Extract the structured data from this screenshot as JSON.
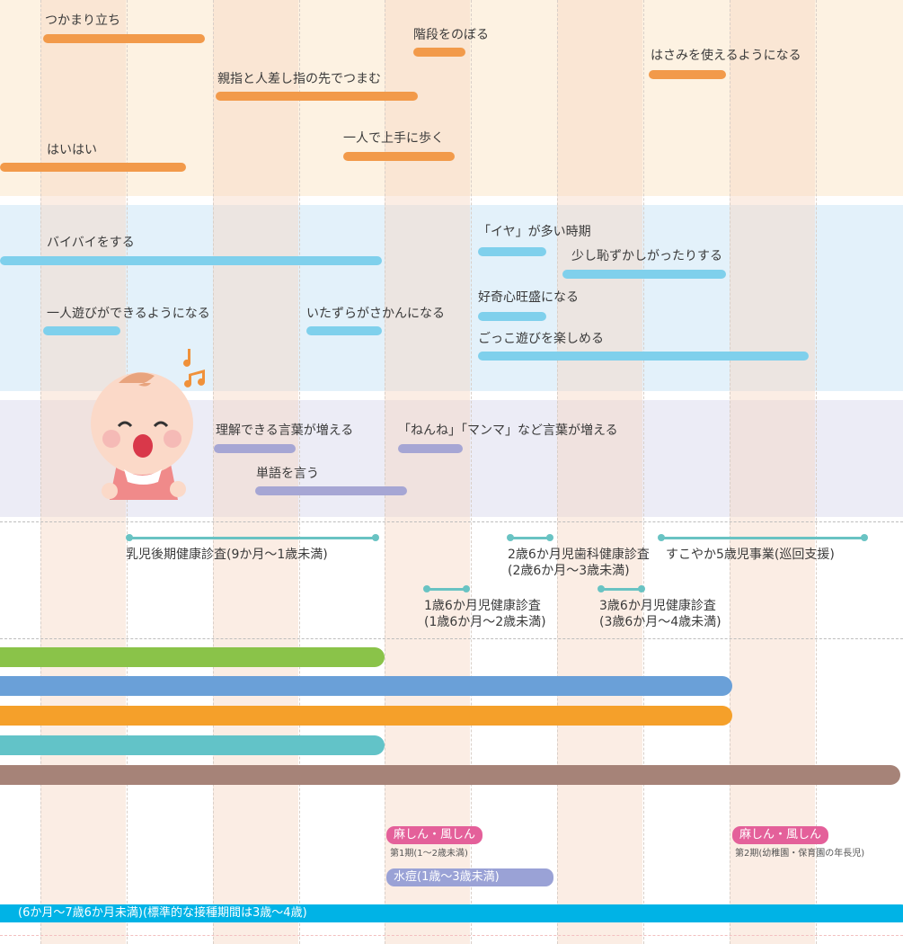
{
  "colors": {
    "orange": "#f29a4a",
    "lightblue": "#7fd0ec",
    "lavender": "#a6a6d4",
    "teal": "#69c3c3",
    "green": "#8ac349",
    "blue": "#6aa0d8",
    "orangeThick": "#f5a02a",
    "tealThick": "#62c3c8",
    "brown": "#a68378",
    "pink": "#e4609a",
    "purple": "#9aa2d6",
    "cyan": "#00b3e6"
  },
  "motor": {
    "tsukamari": "つかまり立ち",
    "kaidan": "階段をのぼる",
    "hasami": "はさみを使えるようになる",
    "oyayubi": "親指と人差し指の先でつまむ",
    "haihai": "はいはい",
    "hitori_aruku": "一人で上手に歩く"
  },
  "social": {
    "baibai": "バイバイをする",
    "iya": "「イヤ」が多い時期",
    "hazukashi": "少し恥ずかしがったりする",
    "hitori_asobi": "一人遊びができるようになる",
    "itazura": "いたずらがさかんになる",
    "koukishin": "好奇心旺盛になる",
    "gokko": "ごっこ遊びを楽しめる"
  },
  "language": {
    "rikai": "理解できる言葉が増える",
    "nenne": "「ねんね」「マンマ」など言葉が増える",
    "tango": "単語を言う"
  },
  "checkups": {
    "nyuji": "乳児後期健康診査(9か月〜1歳未満)",
    "shika_line1": "2歳6か月児歯科健康診査",
    "shika_line2": "(2歳6か月〜3歳未満)",
    "sukoyaka": "すこやか5歳児事業(巡回支援)",
    "one_half_line1": "1歳6か月児健康診査",
    "one_half_line2": "(1歳6か月〜2歳未満)",
    "three_half_line1": "3歳6か月児健康診査",
    "three_half_line2": "(3歳6か月〜4歳未満)"
  },
  "vaccines": {
    "mashin1": "麻しん・風しん",
    "mashin1_sub": "第1期(1〜2歳未満)",
    "mashin2": "麻しん・風しん",
    "mashin2_sub": "第2期(幼稚園・保育園の年長児)",
    "suito": "水痘(1歳〜3歳未満)",
    "bottom_bar": "(6か月〜7歳6か月未満)(標準的な接種期間は3歳〜4歳)"
  }
}
